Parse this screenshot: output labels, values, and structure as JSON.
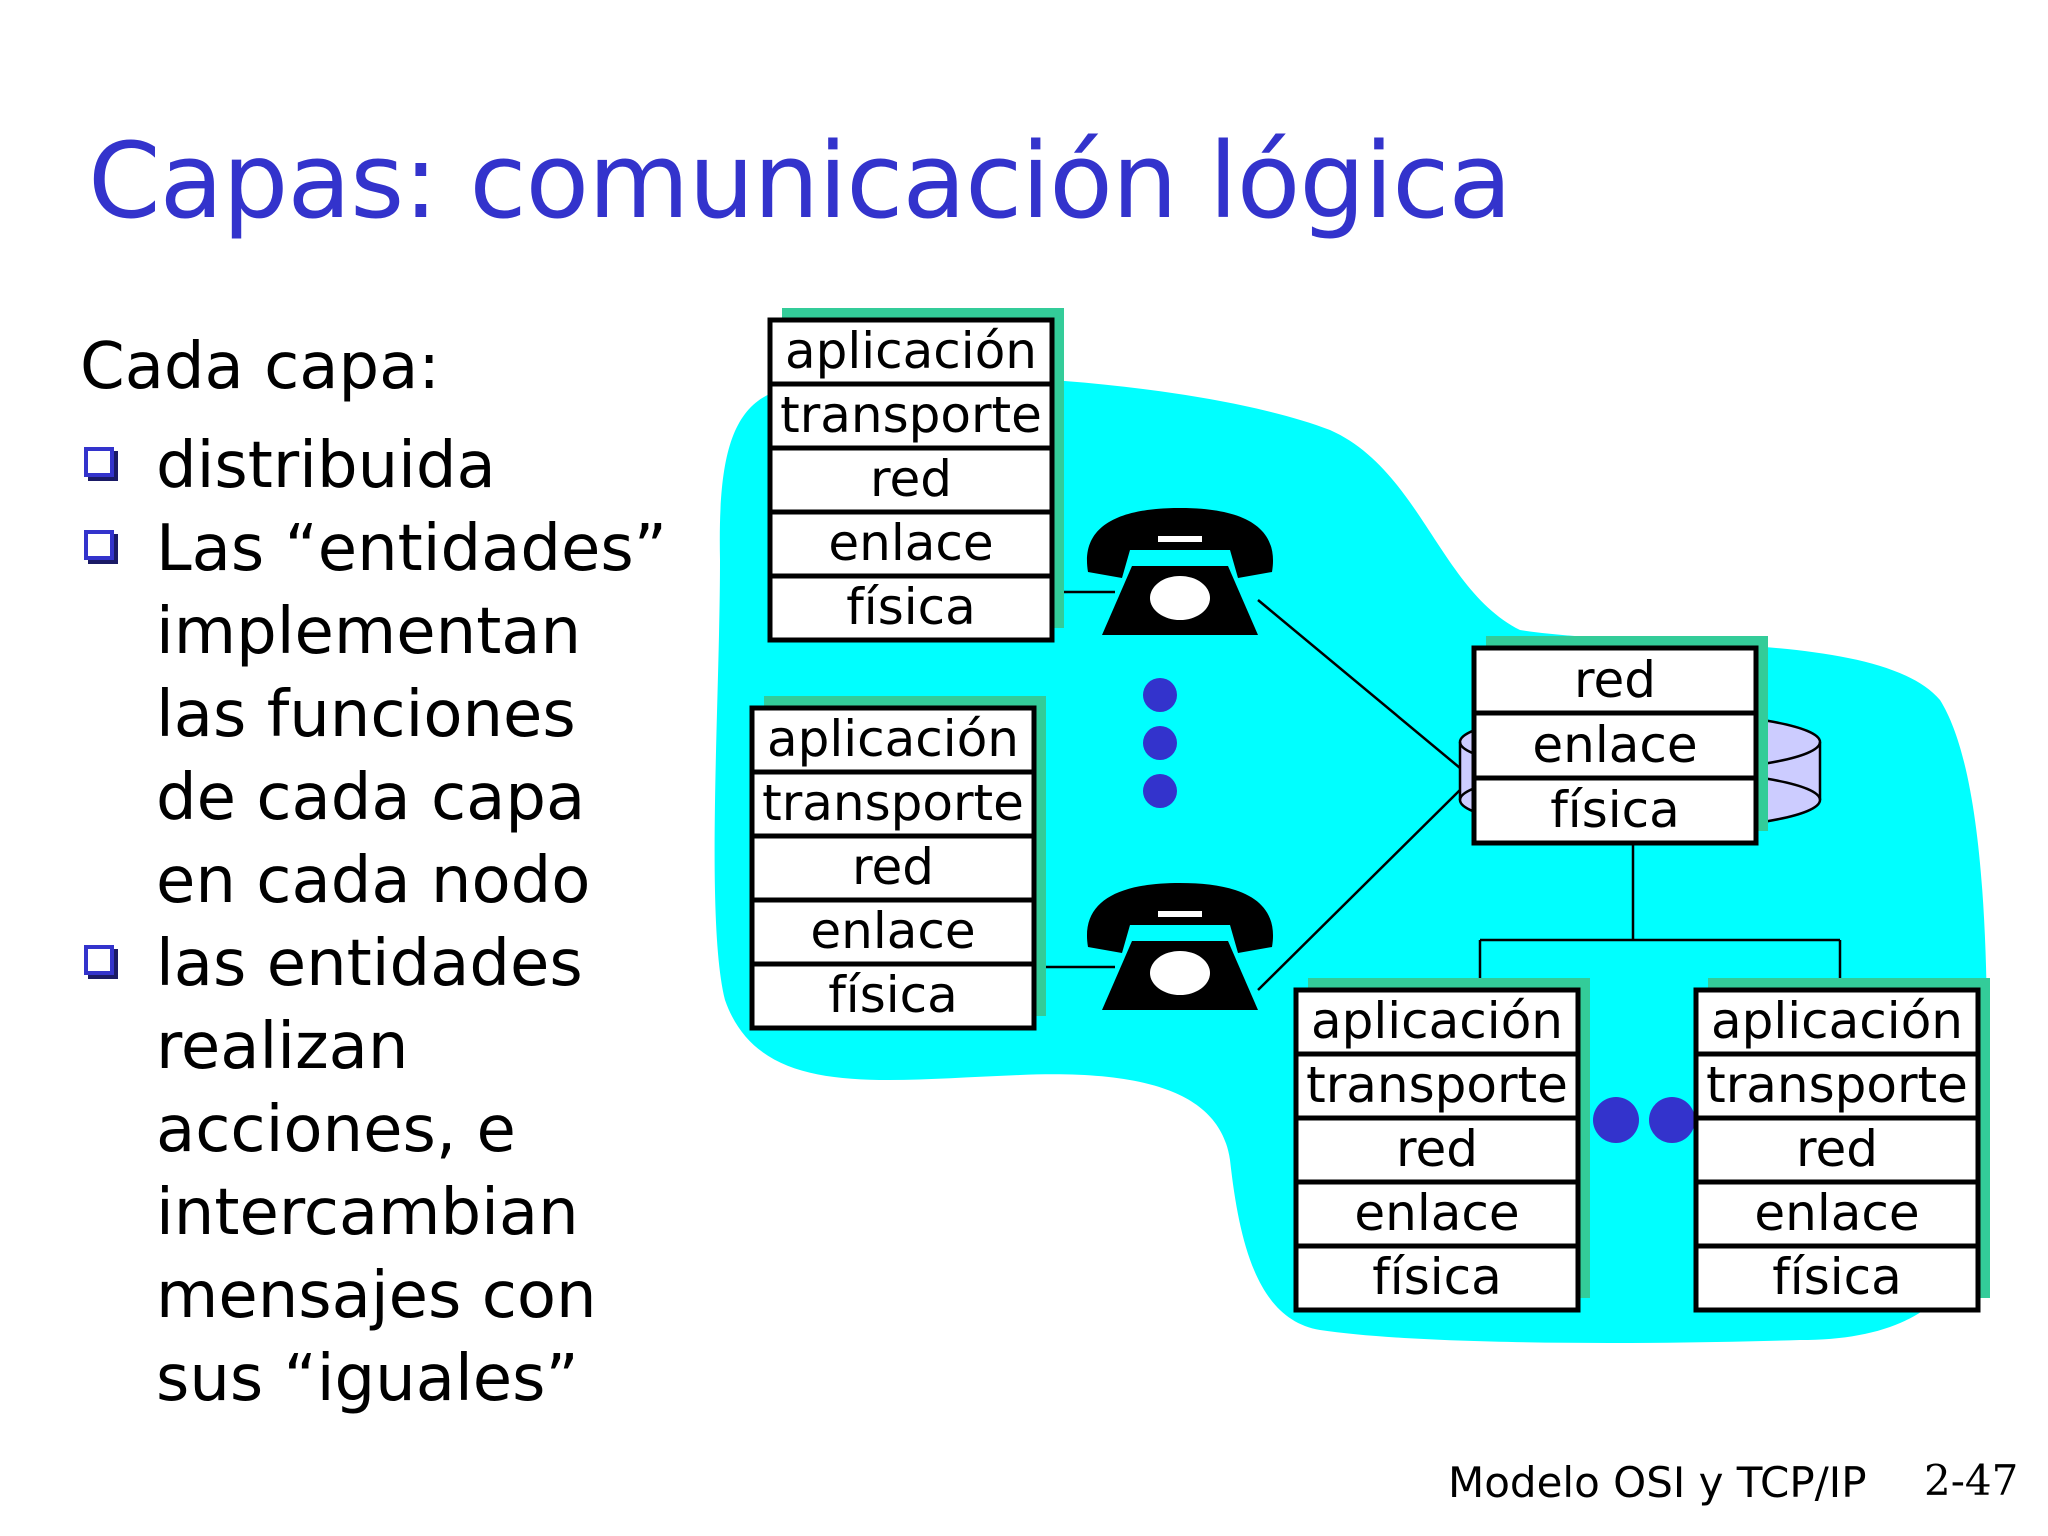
{
  "title": "Capas: comunicación lógica",
  "lead": "Cada capa:",
  "bullets": [
    "distribuida",
    "Las “entidades”\nimplementan\nlas funciones\nde cada capa\nen cada nodo",
    "las entidades\nrealizan\nacciones, e\nintercambian\nmensajes con\nsus “iguales”"
  ],
  "stack_full": [
    "aplicación",
    "transporte",
    "red",
    "enlace",
    "física"
  ],
  "stack_router": [
    "red",
    "enlace",
    "física"
  ],
  "footer": "Modelo OSI y TCP/IP",
  "slide_number": "2-47",
  "colors": {
    "title": "#3333cc",
    "network_cloud": "#00ffff",
    "stack_shadow": "#33cc99",
    "dots": "#3333cc",
    "router_body": "#ccccff"
  },
  "icons": [
    "telephone-icon",
    "router-icon",
    "checkbox-bullet-icon"
  ]
}
